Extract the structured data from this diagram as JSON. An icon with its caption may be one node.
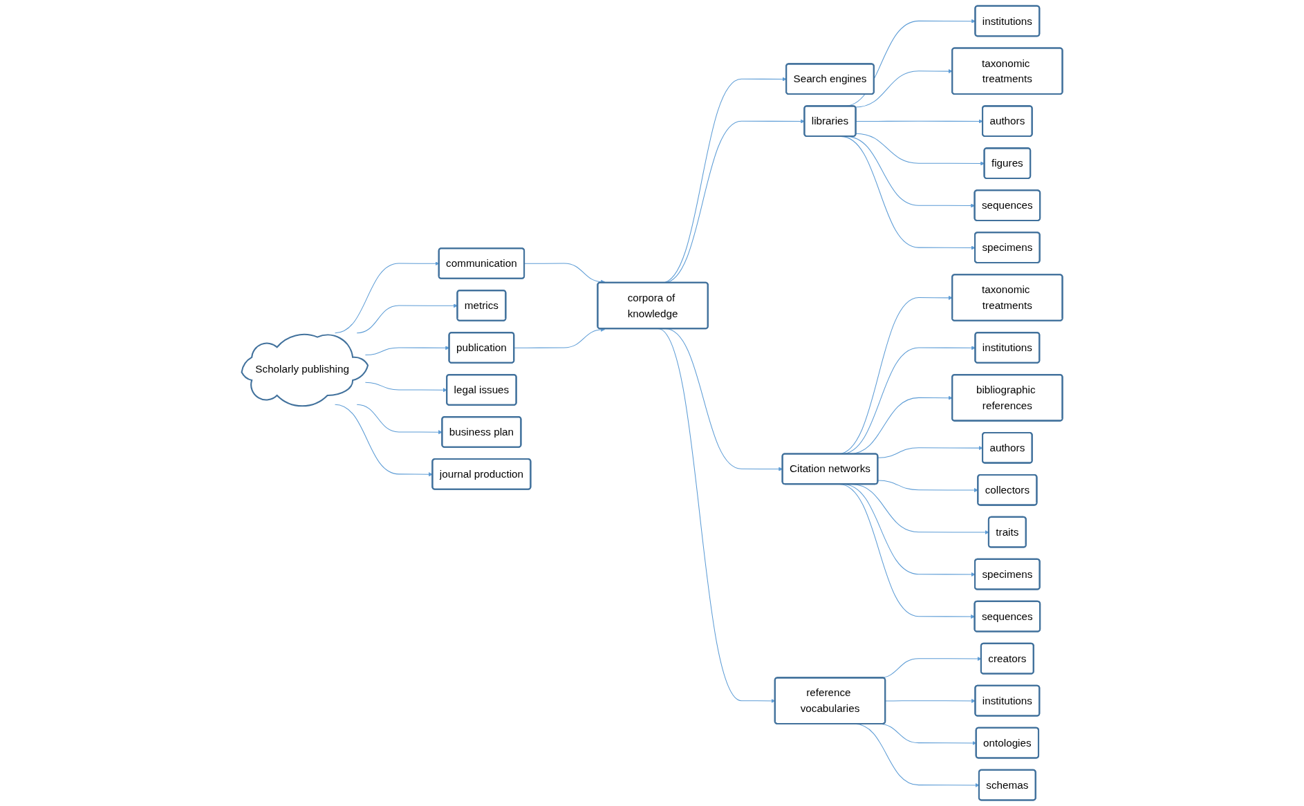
{
  "diagram": {
    "nodes": [
      {
        "text": [
          "institutions"
        ]
      },
      {
        "text": [
          "taxonomic treatments"
        ]
      },
      {
        "text": [
          "Search engines"
        ]
      },
      {
        "text": [
          "libraries"
        ]
      },
      {
        "text": [
          "corpora of knowledge"
        ]
      },
      {
        "text": [
          "authors"
        ]
      },
      {
        "text": [
          "figures"
        ]
      },
      {
        "text": [
          "communication"
        ]
      },
      {
        "text": [
          "sequences"
        ]
      },
      {
        "text": [
          "specimens"
        ]
      },
      {
        "text": [
          "metrics"
        ]
      },
      {
        "text": [
          "publication"
        ]
      },
      {
        "text": [
          "legal issues"
        ]
      },
      {
        "text": [
          "taxonomic treatments"
        ]
      },
      {
        "text": [
          "Scholarly publishing"
        ]
      },
      {
        "text": [
          "business plan"
        ]
      },
      {
        "text": [
          "institutions"
        ]
      },
      {
        "text": [
          "Citation networks"
        ]
      },
      {
        "text": [
          "bibliographic references"
        ]
      },
      {
        "text": [
          "journal production"
        ]
      },
      {
        "text": [
          "authors"
        ]
      },
      {
        "text": [
          "collectors"
        ]
      },
      {
        "text": [
          "reference vocabularies"
        ]
      },
      {
        "text": [
          "creators"
        ]
      },
      {
        "text": [
          "sequences"
        ]
      },
      {
        "text": [
          "traits"
        ]
      },
      {
        "text": [
          "institutions"
        ]
      },
      {
        "text": [
          "specimens"
        ]
      },
      {
        "text": [
          "ontologies"
        ]
      },
      {
        "text": [
          "schemas"
        ]
      }
    ],
    "edges": [
      {
        "from": 4,
        "to": 3,
        "arrow": "to"
      },
      {
        "from": 3,
        "to": 0,
        "arrow": "to"
      },
      {
        "from": 3,
        "to": 1,
        "arrow": "to"
      },
      {
        "from": 3,
        "to": 5,
        "arrow": "to"
      },
      {
        "from": 3,
        "to": 6,
        "arrow": "to"
      },
      {
        "from": 3,
        "to": 8,
        "arrow": "to"
      },
      {
        "from": 3,
        "to": 9,
        "arrow": "to"
      },
      {
        "from": 4,
        "to": 2,
        "arrow": "to"
      },
      {
        "from": 7,
        "to": 4,
        "arrow": "to"
      },
      {
        "from": 11,
        "to": 4,
        "arrow": "to"
      },
      {
        "from": 4,
        "to": 17,
        "arrow": "to"
      },
      {
        "from": 4,
        "to": 22,
        "arrow": "to"
      },
      {
        "from": 14,
        "to": 7,
        "arrow": "to"
      },
      {
        "from": 14,
        "to": 10,
        "arrow": "to"
      },
      {
        "from": 14,
        "to": 12,
        "arrow": "to"
      },
      {
        "from": 14,
        "to": 15,
        "arrow": "to"
      },
      {
        "from": 14,
        "to": 19,
        "arrow": "to"
      },
      {
        "from": 14,
        "to": 11,
        "arrow": "to"
      },
      {
        "from": 17,
        "to": 13,
        "arrow": "to"
      },
      {
        "from": 17,
        "to": 16,
        "arrow": "to"
      },
      {
        "from": 17,
        "to": 18,
        "arrow": "to"
      },
      {
        "from": 17,
        "to": 20,
        "arrow": "to"
      },
      {
        "from": 17,
        "to": 21,
        "arrow": "to"
      },
      {
        "from": 17,
        "to": 25,
        "arrow": "to"
      },
      {
        "from": 17,
        "to": 27,
        "arrow": "to"
      },
      {
        "from": 17,
        "to": 24,
        "arrow": "to"
      },
      {
        "from": 22,
        "to": 23,
        "arrow": "to"
      },
      {
        "from": 22,
        "to": 26,
        "arrow": "to"
      },
      {
        "from": 22,
        "to": 28,
        "arrow": "to"
      },
      {
        "from": 22,
        "to": 29,
        "arrow": "to"
      }
    ]
  }
}
